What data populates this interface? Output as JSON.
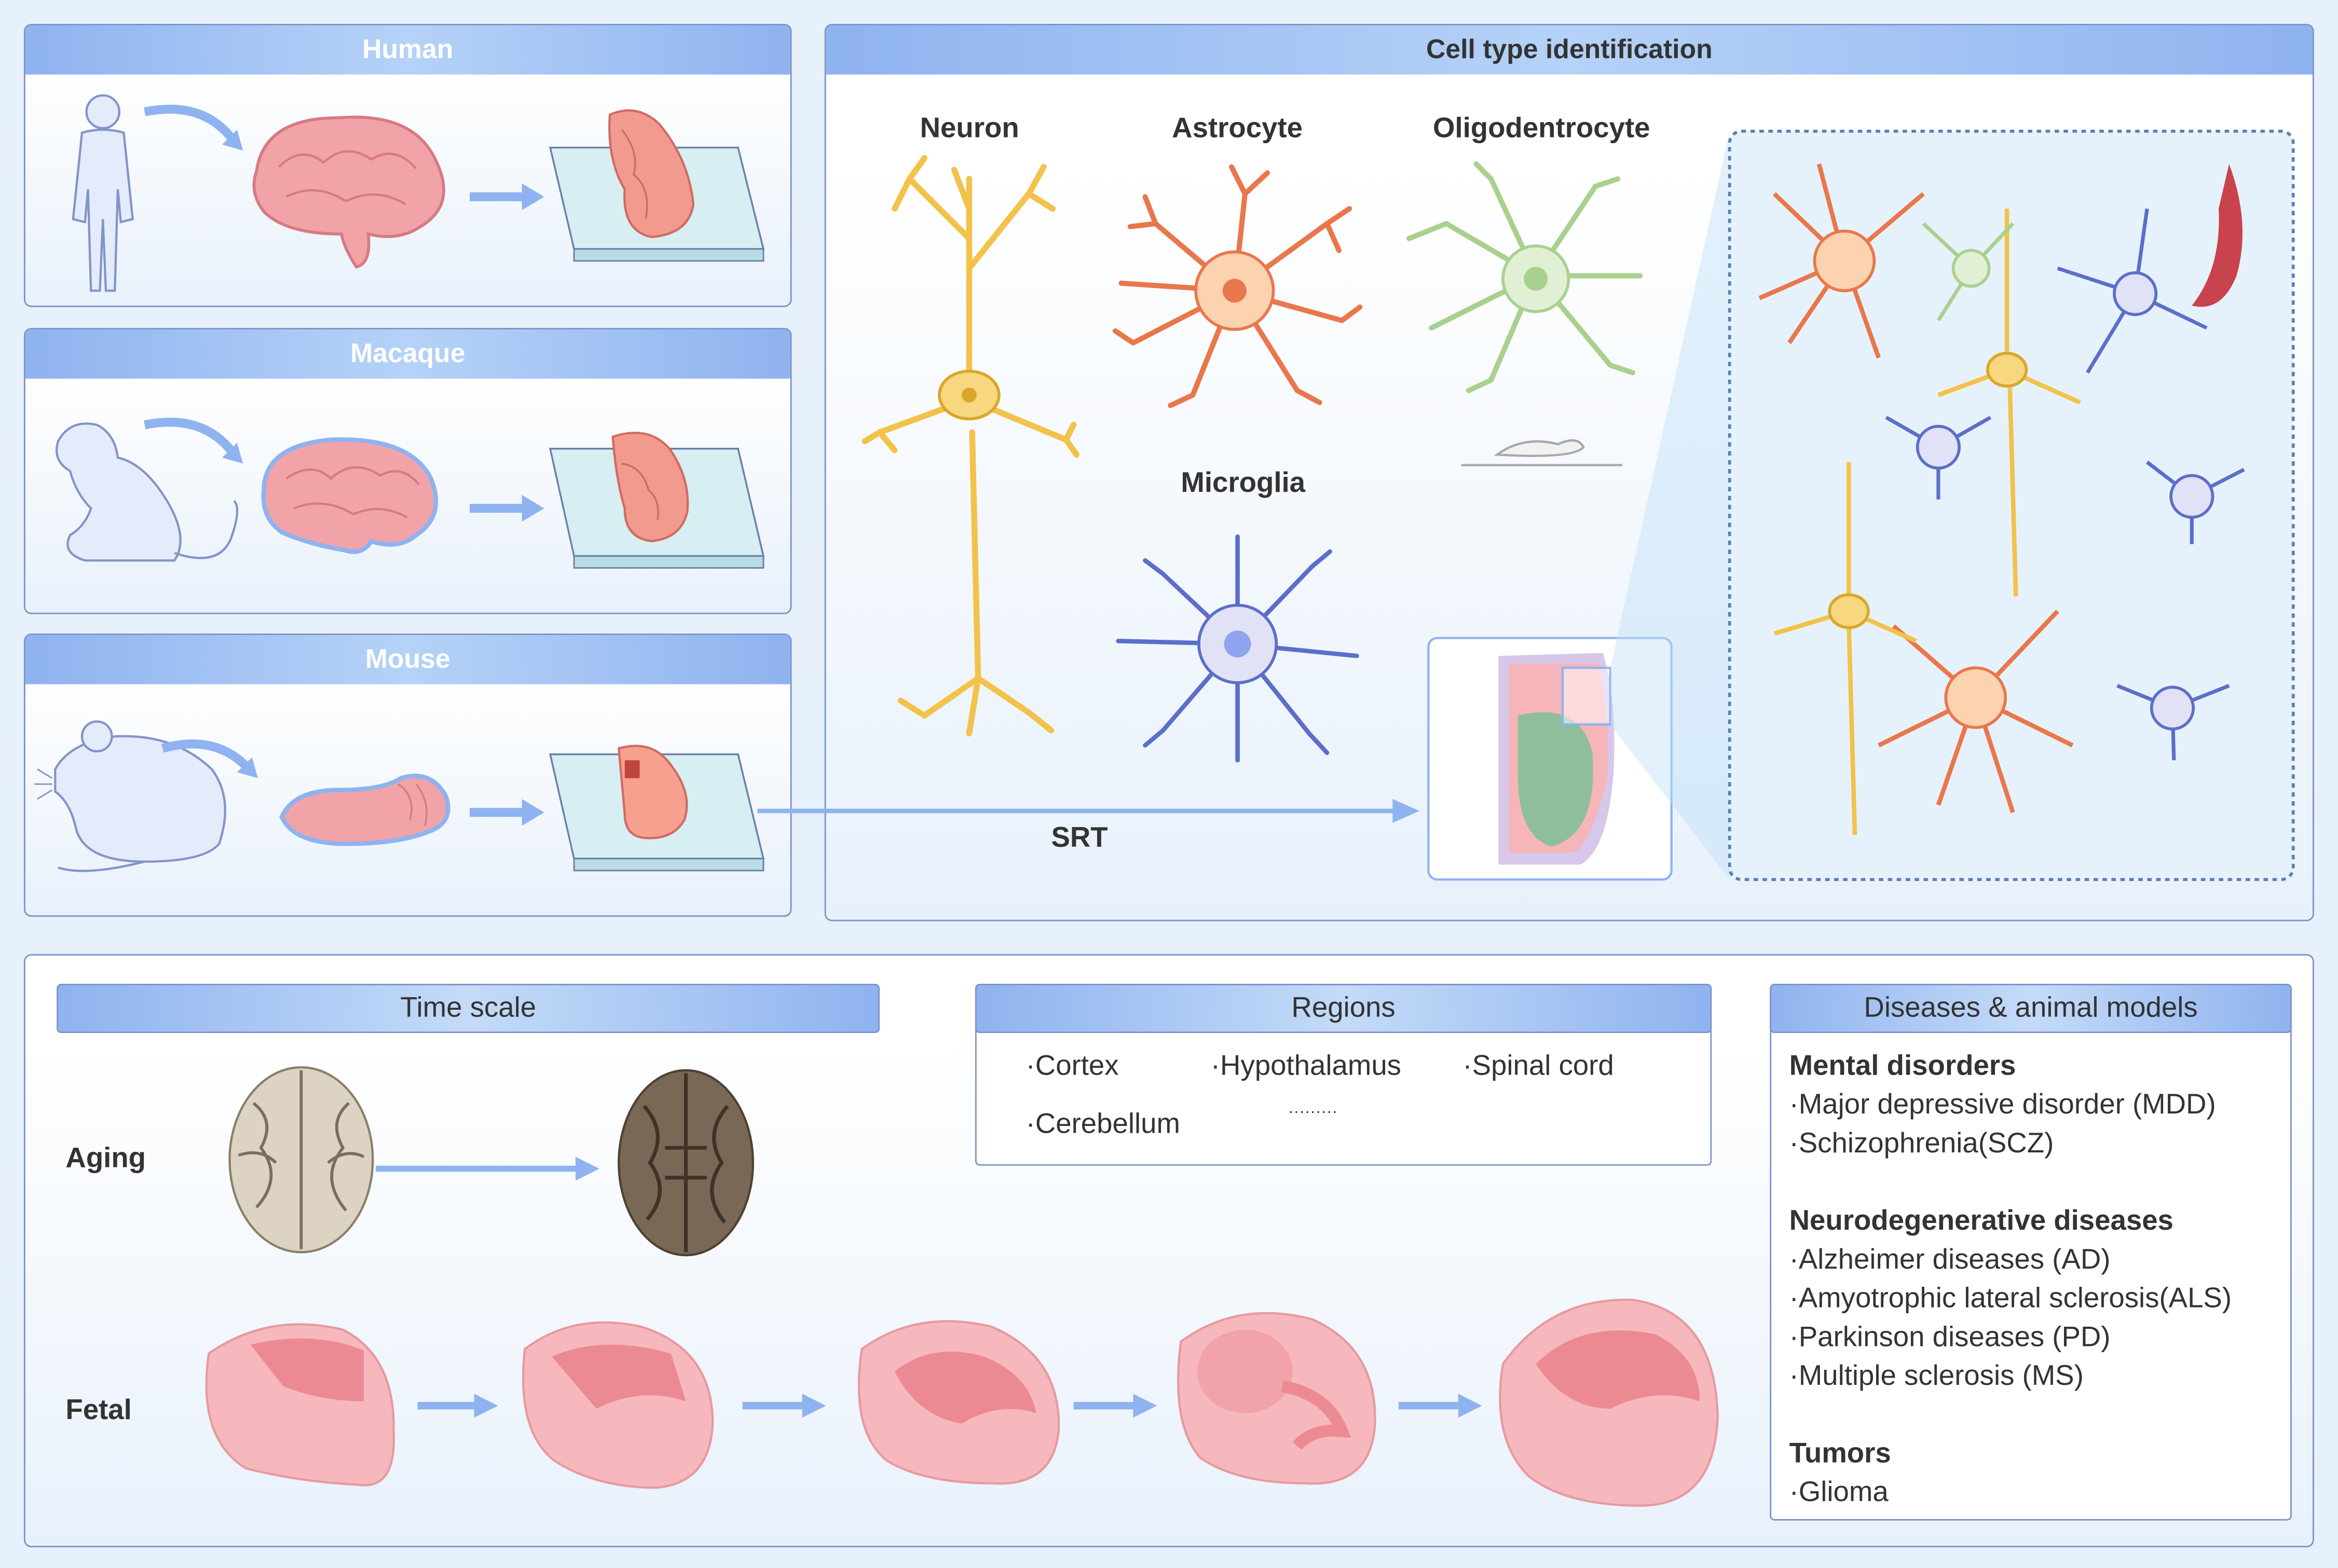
{
  "species": {
    "human": "Human",
    "macaque": "Macaque",
    "mouse": "Mouse"
  },
  "cell_type": {
    "title": "Cell type identification",
    "neuron": "Neuron",
    "astrocyte": "Astrocyte",
    "oligodendrocyte": "Oligodentrocyte",
    "microglia": "Microglia",
    "srt": "SRT"
  },
  "time_scale": {
    "title": "Time scale",
    "aging": "Aging",
    "fetal": "Fetal"
  },
  "regions": {
    "title": "Regions",
    "items": [
      "·Cortex",
      "·Hypothalamus",
      "·Spinal cord",
      "·Cerebellum",
      "·········"
    ]
  },
  "diseases": {
    "title": "Diseases & animal models",
    "mental_title": "Mental disorders",
    "mental": [
      "·Major depressive disorder (MDD)",
      "·Schizophrenia(SCZ)"
    ],
    "neuro_title": "Neurodegenerative diseases",
    "neuro": [
      "·Alzheimer diseases (AD)",
      "·Amyotrophic lateral sclerosis(ALS)",
      "·Parkinson diseases (PD)",
      "·Multiple sclerosis (MS)"
    ],
    "tumor_title": "Tumors",
    "tumor": [
      "·Glioma"
    ]
  },
  "colors": {
    "header": "#8fb3f0",
    "border": "#7d93c9",
    "arrow": "#8fb3f0",
    "neuron": "#f2c24a",
    "astrocyte": "#e9774b",
    "oligodendrocyte": "#a9d18e",
    "microglia": "#5b6fc9",
    "brain": "#f2a3a8",
    "fetal": "#f7b8bd"
  }
}
